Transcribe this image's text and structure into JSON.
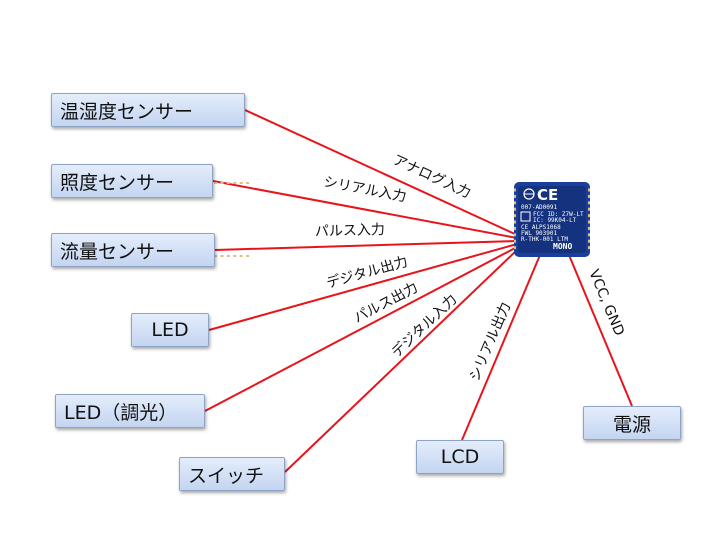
{
  "nodes": {
    "onsitsu": "温湿度センサー",
    "shodo": "照度センサー",
    "ryuryo": "流量センサー",
    "led": "LED",
    "led_dimming": "LED（調光）",
    "switch": "スイッチ",
    "lcd": "LCD",
    "power": "電源"
  },
  "edges": {
    "onsitsu": "アナログ入力",
    "shodo": "シリアル入力",
    "ryuryo": "パルス入力",
    "led": "デジタル出力",
    "led_dimming": "パルス出力",
    "switch": "デジタル入力",
    "lcd": "シリアル出力",
    "power": "VCC, GND"
  },
  "module": {
    "ce_mark": "CE",
    "lines": [
      "007-AD0091",
      "FCC ID: Z7W-LT",
      "IC: 99K04-LT",
      "CE ALPS1068",
      "FWL 903901",
      "R-THK-001 LTM"
    ],
    "brand": "MONO"
  },
  "colors": {
    "connector_line": "#e8141b",
    "box_fill": "#d3e0f5",
    "module_body": "#1a3f9a"
  }
}
